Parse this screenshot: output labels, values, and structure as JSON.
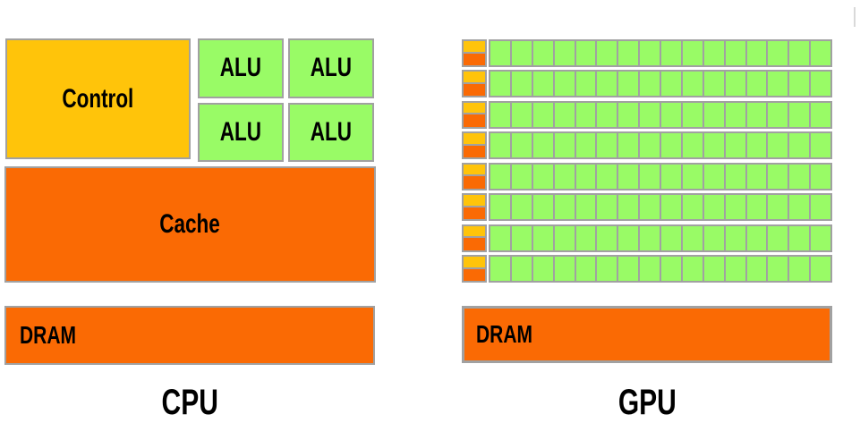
{
  "colors": {
    "gold": "#FFC40A",
    "orange": "#FA6A04",
    "green": "#99FB66",
    "gray": "#A1A1A1",
    "bg": "#FFFFFF",
    "artifact": "#D9D9D9"
  },
  "cpu": {
    "title": "CPU",
    "control_label": "Control",
    "alu_labels": [
      "ALU",
      "ALU",
      "ALU",
      "ALU"
    ],
    "cache_label": "Cache",
    "dram_label": "DRAM"
  },
  "gpu": {
    "title": "GPU",
    "dram_label": "DRAM",
    "rows": 8,
    "cells_per_row": 16
  }
}
